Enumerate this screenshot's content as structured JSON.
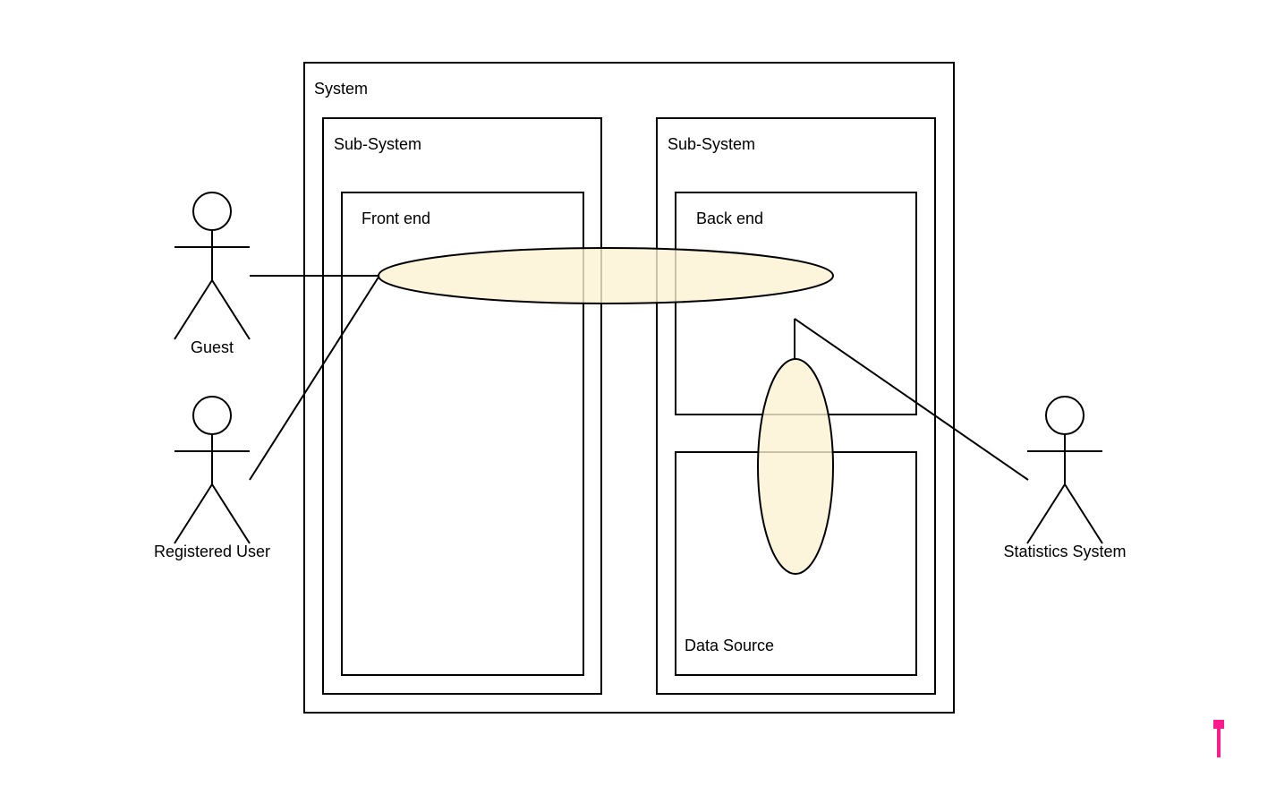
{
  "diagram": {
    "system": {
      "label": "System"
    },
    "subsystem_left": {
      "label": "Sub-System"
    },
    "subsystem_right": {
      "label": "Sub-System"
    },
    "front_end": {
      "label": "Front end"
    },
    "back_end": {
      "label": "Back end"
    },
    "data_source": {
      "label": "Data Source"
    },
    "actors": {
      "guest": {
        "label": "Guest"
      },
      "registered_user": {
        "label": "Registered User"
      },
      "statistics_system": {
        "label": "Statistics System"
      }
    }
  },
  "colors": {
    "use_case_fill": "#fdf1d3",
    "stroke": "#000000",
    "cursor_accent": "#ff1a8c"
  }
}
